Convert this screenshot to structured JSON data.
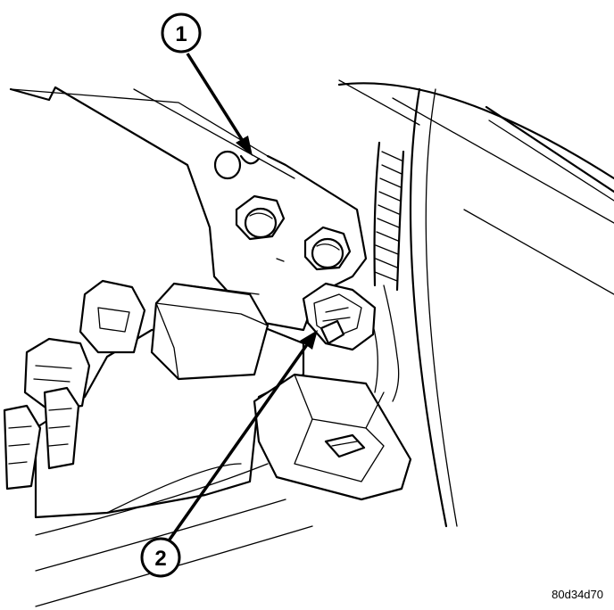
{
  "callouts": [
    {
      "label": "1"
    },
    {
      "label": "2"
    }
  ],
  "figure_id": "80d34d70",
  "colors": {
    "ink": "#000000",
    "paper": "#ffffff"
  }
}
